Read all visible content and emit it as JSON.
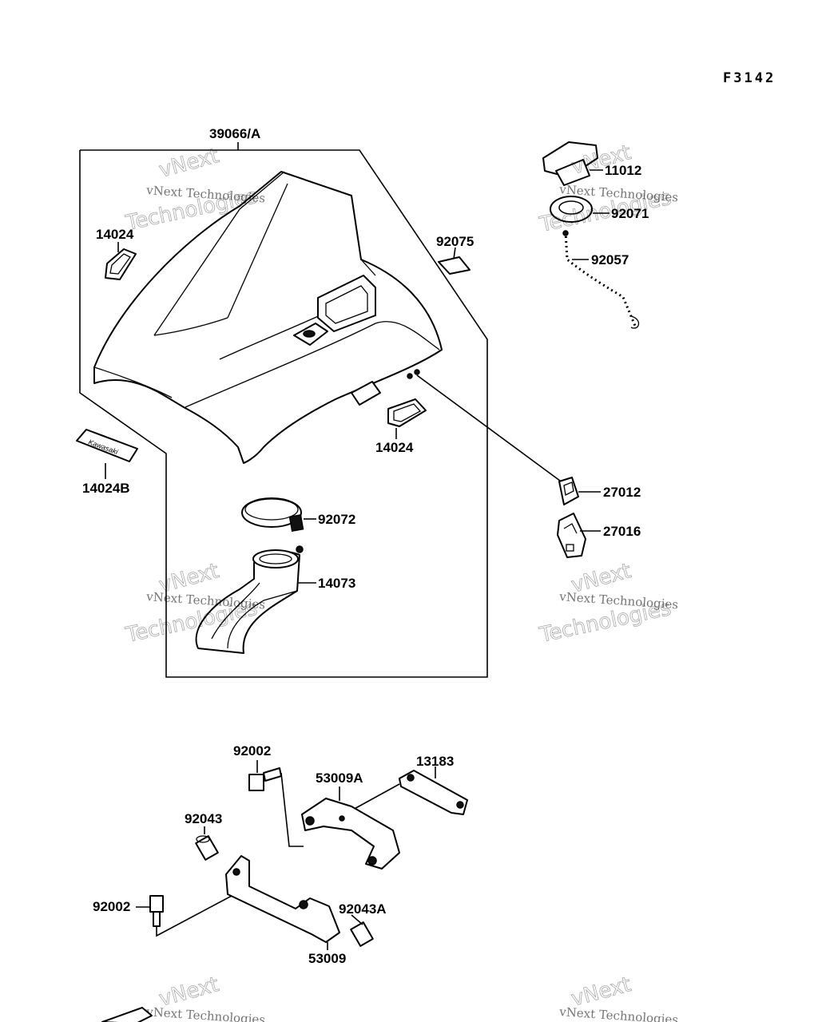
{
  "diagram_code": "F3142",
  "labels": {
    "p39066A": "39066/A",
    "p11012": "11012",
    "p92071": "92071",
    "p92057": "92057",
    "p14024_left": "14024",
    "p92075": "92075",
    "p14024_bottom": "14024",
    "p14024B": "14024B",
    "p27012": "27012",
    "p27016": "27016",
    "p92072": "92072",
    "p14073": "14073",
    "p92002_top": "92002",
    "p13183": "13183",
    "p53009A": "53009A",
    "p92043": "92043",
    "p92002_bottom": "92002",
    "p92043A": "92043A",
    "p53009": "53009"
  },
  "watermark": {
    "line1": "vNext Technologies",
    "big_top": "vNext",
    "big_bottom": "Technologies"
  },
  "emblem_text": "Kawasaki"
}
